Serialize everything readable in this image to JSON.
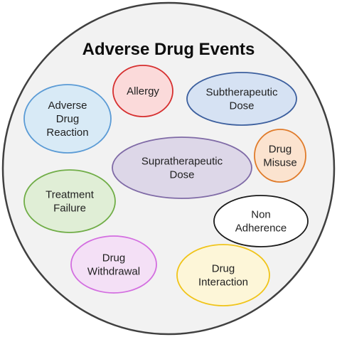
{
  "title": "Adverse Drug Events",
  "bubbles": {
    "allergy": {
      "lines": [
        "Allergy"
      ],
      "fill": "#fbdada",
      "stroke": "#d62f2f"
    },
    "subtherapeutic_dose": {
      "lines": [
        "Subtherapeutic",
        "Dose"
      ],
      "fill": "#d6e2f3",
      "stroke": "#3c5f9e"
    },
    "adverse_drug_reaction": {
      "lines": [
        "Adverse",
        "Drug",
        "Reaction"
      ],
      "fill": "#d8eaf6",
      "stroke": "#5b9bd5"
    },
    "supratherapeutic_dose": {
      "lines": [
        "Supratherapeutic",
        "Dose"
      ],
      "fill": "#ddd7e8",
      "stroke": "#7f6aa6"
    },
    "drug_misuse": {
      "lines": [
        "Drug",
        "Misuse"
      ],
      "fill": "#fbe3cf",
      "stroke": "#e07b2a"
    },
    "treatment_failure": {
      "lines": [
        "Treatment",
        "Failure"
      ],
      "fill": "#e0eed6",
      "stroke": "#70ad47"
    },
    "non_adherence": {
      "lines": [
        "Non",
        "Adherence"
      ],
      "fill": "#ffffff",
      "stroke": "#1a1a1a"
    },
    "drug_withdrawal": {
      "lines": [
        "Drug",
        "Withdrawal"
      ],
      "fill": "#f4e0f6",
      "stroke": "#d36ee0"
    },
    "drug_interaction": {
      "lines": [
        "Drug",
        "Interaction"
      ],
      "fill": "#fdf6d8",
      "stroke": "#f0c419"
    }
  },
  "colors": {
    "outer_fill": "#f2f2f2",
    "outer_stroke": "#404040"
  }
}
